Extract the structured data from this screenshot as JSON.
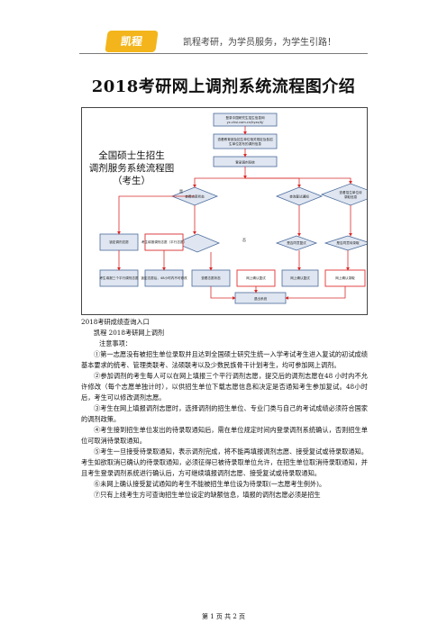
{
  "header": {
    "logo_text": "凯程",
    "slogan": "凯程考研，为学员服务，为学生引路！"
  },
  "title": "2018考研网上调剂系统流程图介绍",
  "flowchart": {
    "heading": [
      "全国硕士生招生",
      "调剂服务系统流程图",
      "（考生）"
    ],
    "boxes": {
      "login": [
        "登录中国研究生招生信息网",
        "yz.chsi.com.cn/kyzx/tj/"
      ],
      "query": [
        "查看教育部及招生单位相关规定及各招",
        "生单位发布的调剂信息"
      ],
      "enter": "登录调剂系统",
      "check_admit": "查询复试通知",
      "check_plan": "查看招生单位待",
      "check_plan2": "录取信息",
      "yes1": "是",
      "no1": "否",
      "fill": "考生填报调剂志愿（平行志愿）",
      "confirm_retest": "是否同意复试",
      "accept_admit": "是否同意待录取",
      "lock": "锁定调剂志愿",
      "notice_box": "考生填报三个平行调剂志愿",
      "wait48": "锁定志愿后，48小时内不可修改",
      "check_status": "查看志愿状态",
      "online": "网上确认复试",
      "confirm_admit": "网上确认录取",
      "end": "退出系统"
    }
  },
  "body": {
    "lines": [
      "2018考研成绩查询入口",
      "凯程 2018考研网上调剂",
      "注意事项：",
      "①第一志愿没有被招生单位录取并且达到全国硕士研究生统一入学考试考生进入复试的初试成绩基本要求的统考、管理类联考、法硕联考以及少数民族骨干计划考生，均可参加网上调剂。",
      "②参加调剂的考生每人可以在网上填报三个平行调剂志愿，提交后的调剂志愿在48 小时内不允许修改（每个志愿单独计时），以供招生单位下载志愿信息和决定是否通知考生参加复试。48小时后，考生可以修改调剂志愿。",
      "③考生在网上填报调剂志愿时，选择调剂的招生单位、专业门类与自己的考试成绩必须符合国家的调剂政策。",
      "④考生接到招生单位发出的待录取通知后，需在单位规定时间内登录调剂系统确认，否则招生单位可取消待录取通知。",
      "⑤考生一旦接受待录取通知，表示调剂完成，将不能再填报调剂志愿、接受复试或待录取通知。考生如欲取消已确认的待录取通知，必须征得已被待录取单位允许，在招生单位取消待录取通知，并且考生登录调剂系统进行确认后，方可继续填报调剂志愿、接受复试或待录取通知。",
      "⑥未网上确认接受复试通知的考生不能被招生单位设为待录取(一志愿考生例外)。",
      "⑦只有上线考生方可查询招生单位设定的缺额信息，填报的调剂志愿必须是招生"
    ]
  },
  "footer": "第 1 页 共 2 页",
  "colors": {
    "box_fill": "#dfe6f1",
    "box_stroke": "#4a6a9a",
    "arrow": "#d92b2b",
    "red_box": "#e03131",
    "logo_bg": "#f3b51b"
  }
}
